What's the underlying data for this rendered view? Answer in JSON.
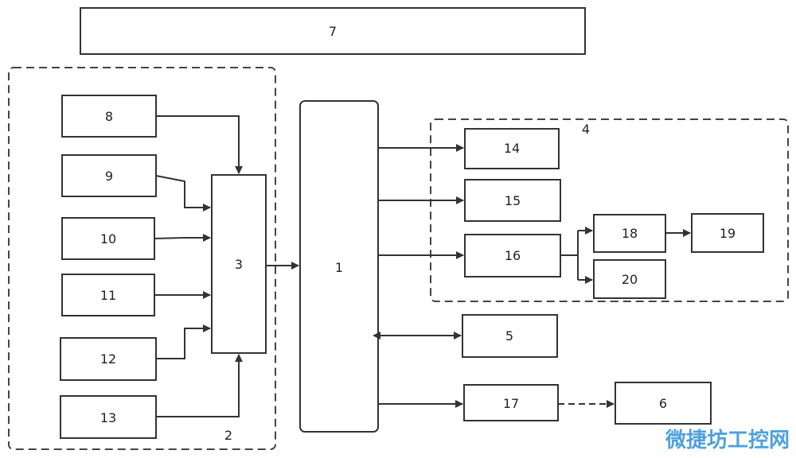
{
  "blocks": {
    "b1": "1",
    "b2": "2",
    "b3": "3",
    "b4": "4",
    "b5": "5",
    "b6": "6",
    "b7": "7",
    "b8": "8",
    "b9": "9",
    "b10": "10",
    "b11": "11",
    "b12": "12",
    "b13": "13",
    "b14": "14",
    "b15": "15",
    "b16": "16",
    "b17": "17",
    "b18": "18",
    "b19": "19",
    "b20": "20"
  },
  "watermark": "微捷坊工控网",
  "colors": {
    "stroke": "#333333",
    "watermark": "#2f8fd8"
  }
}
